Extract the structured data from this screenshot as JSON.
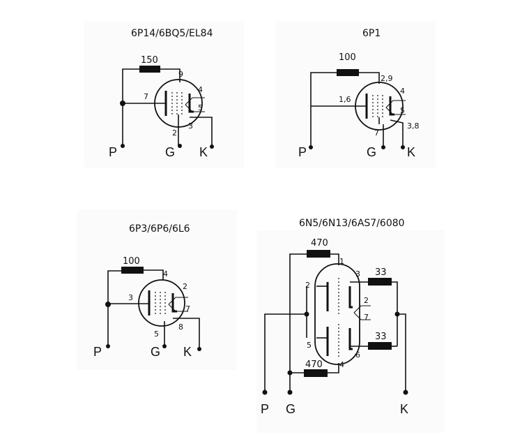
{
  "diagrams": [
    {
      "title": "6P14/6BQ5/EL84",
      "resistor": "150",
      "pins": {
        "anode": "9",
        "grid2": "4",
        "grid3": "5",
        "cathode": "3",
        "grid1": "2",
        "heater": "7"
      },
      "terminals": {
        "p": "P",
        "g": "G",
        "k": "K"
      }
    },
    {
      "title": "6P1",
      "resistor": "100",
      "pins": {
        "anode": "2,9",
        "grid2": "4",
        "grid3": "5",
        "cathode": "3,8",
        "grid1": "7",
        "heater": "1,6"
      },
      "terminals": {
        "p": "P",
        "g": "G",
        "k": "K"
      }
    },
    {
      "title": "6P3/6P6/6L6",
      "resistor": "100",
      "pins": {
        "anode": "4",
        "grid2": "2",
        "grid3": "7",
        "cathode": "8",
        "grid1": "5",
        "heater": "3"
      },
      "terminals": {
        "p": "P",
        "g": "G",
        "k": "K"
      }
    },
    {
      "title": "6N5/6N13/6AS7/6080",
      "resistors": {
        "top_left": "470",
        "bottom_left": "470",
        "top_right": "33",
        "bottom_right": "33"
      },
      "pins": {
        "p1": "1",
        "p2": "2",
        "p3": "3",
        "p4": "4",
        "p5": "5",
        "p6": "6",
        "h2": "2",
        "h7": "7"
      },
      "terminals": {
        "p": "P",
        "g": "G",
        "k": "K"
      }
    }
  ]
}
